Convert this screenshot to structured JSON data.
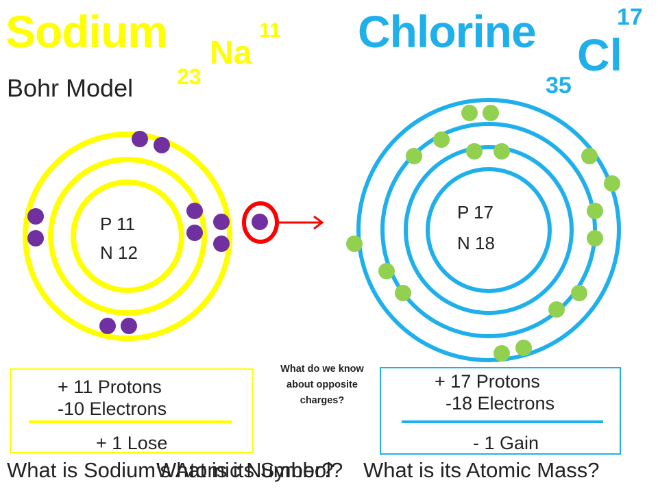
{
  "colors": {
    "sodium": "#ffff00",
    "chlorine": "#1fb0ec",
    "electron_na": "#7030a0",
    "electron_cl": "#92d050",
    "marker": "#ff0000"
  },
  "sodium": {
    "name": "Sodium",
    "symbol": "Na",
    "atomic_number": "11",
    "mass_number": "23",
    "model_label": "Bohr Model",
    "nucleus": {
      "protons": "P  11",
      "neutrons": "N  12"
    },
    "summary": {
      "protons": "+ 11 Protons",
      "electrons": "-10 Electrons",
      "result": "+ 1  Lose"
    },
    "shell_electrons": [
      2,
      8,
      1
    ]
  },
  "chlorine": {
    "name": "Chlorine",
    "symbol": "Cl",
    "atomic_number": "17",
    "mass_number": "35",
    "nucleus": {
      "protons": "P  17",
      "neutrons": "N  18"
    },
    "summary": {
      "protons": "+ 17 Protons",
      "electrons": "-18 Electrons",
      "result": "- 1   Gain"
    },
    "shell_electrons": [
      2,
      8,
      7
    ]
  },
  "center_question": "What do we know about opposite charges?",
  "bottom_questions": [
    "What is Sodium’s Atomic Number?",
    "What is its Symbol?",
    "What is its Atomic Mass?"
  ]
}
